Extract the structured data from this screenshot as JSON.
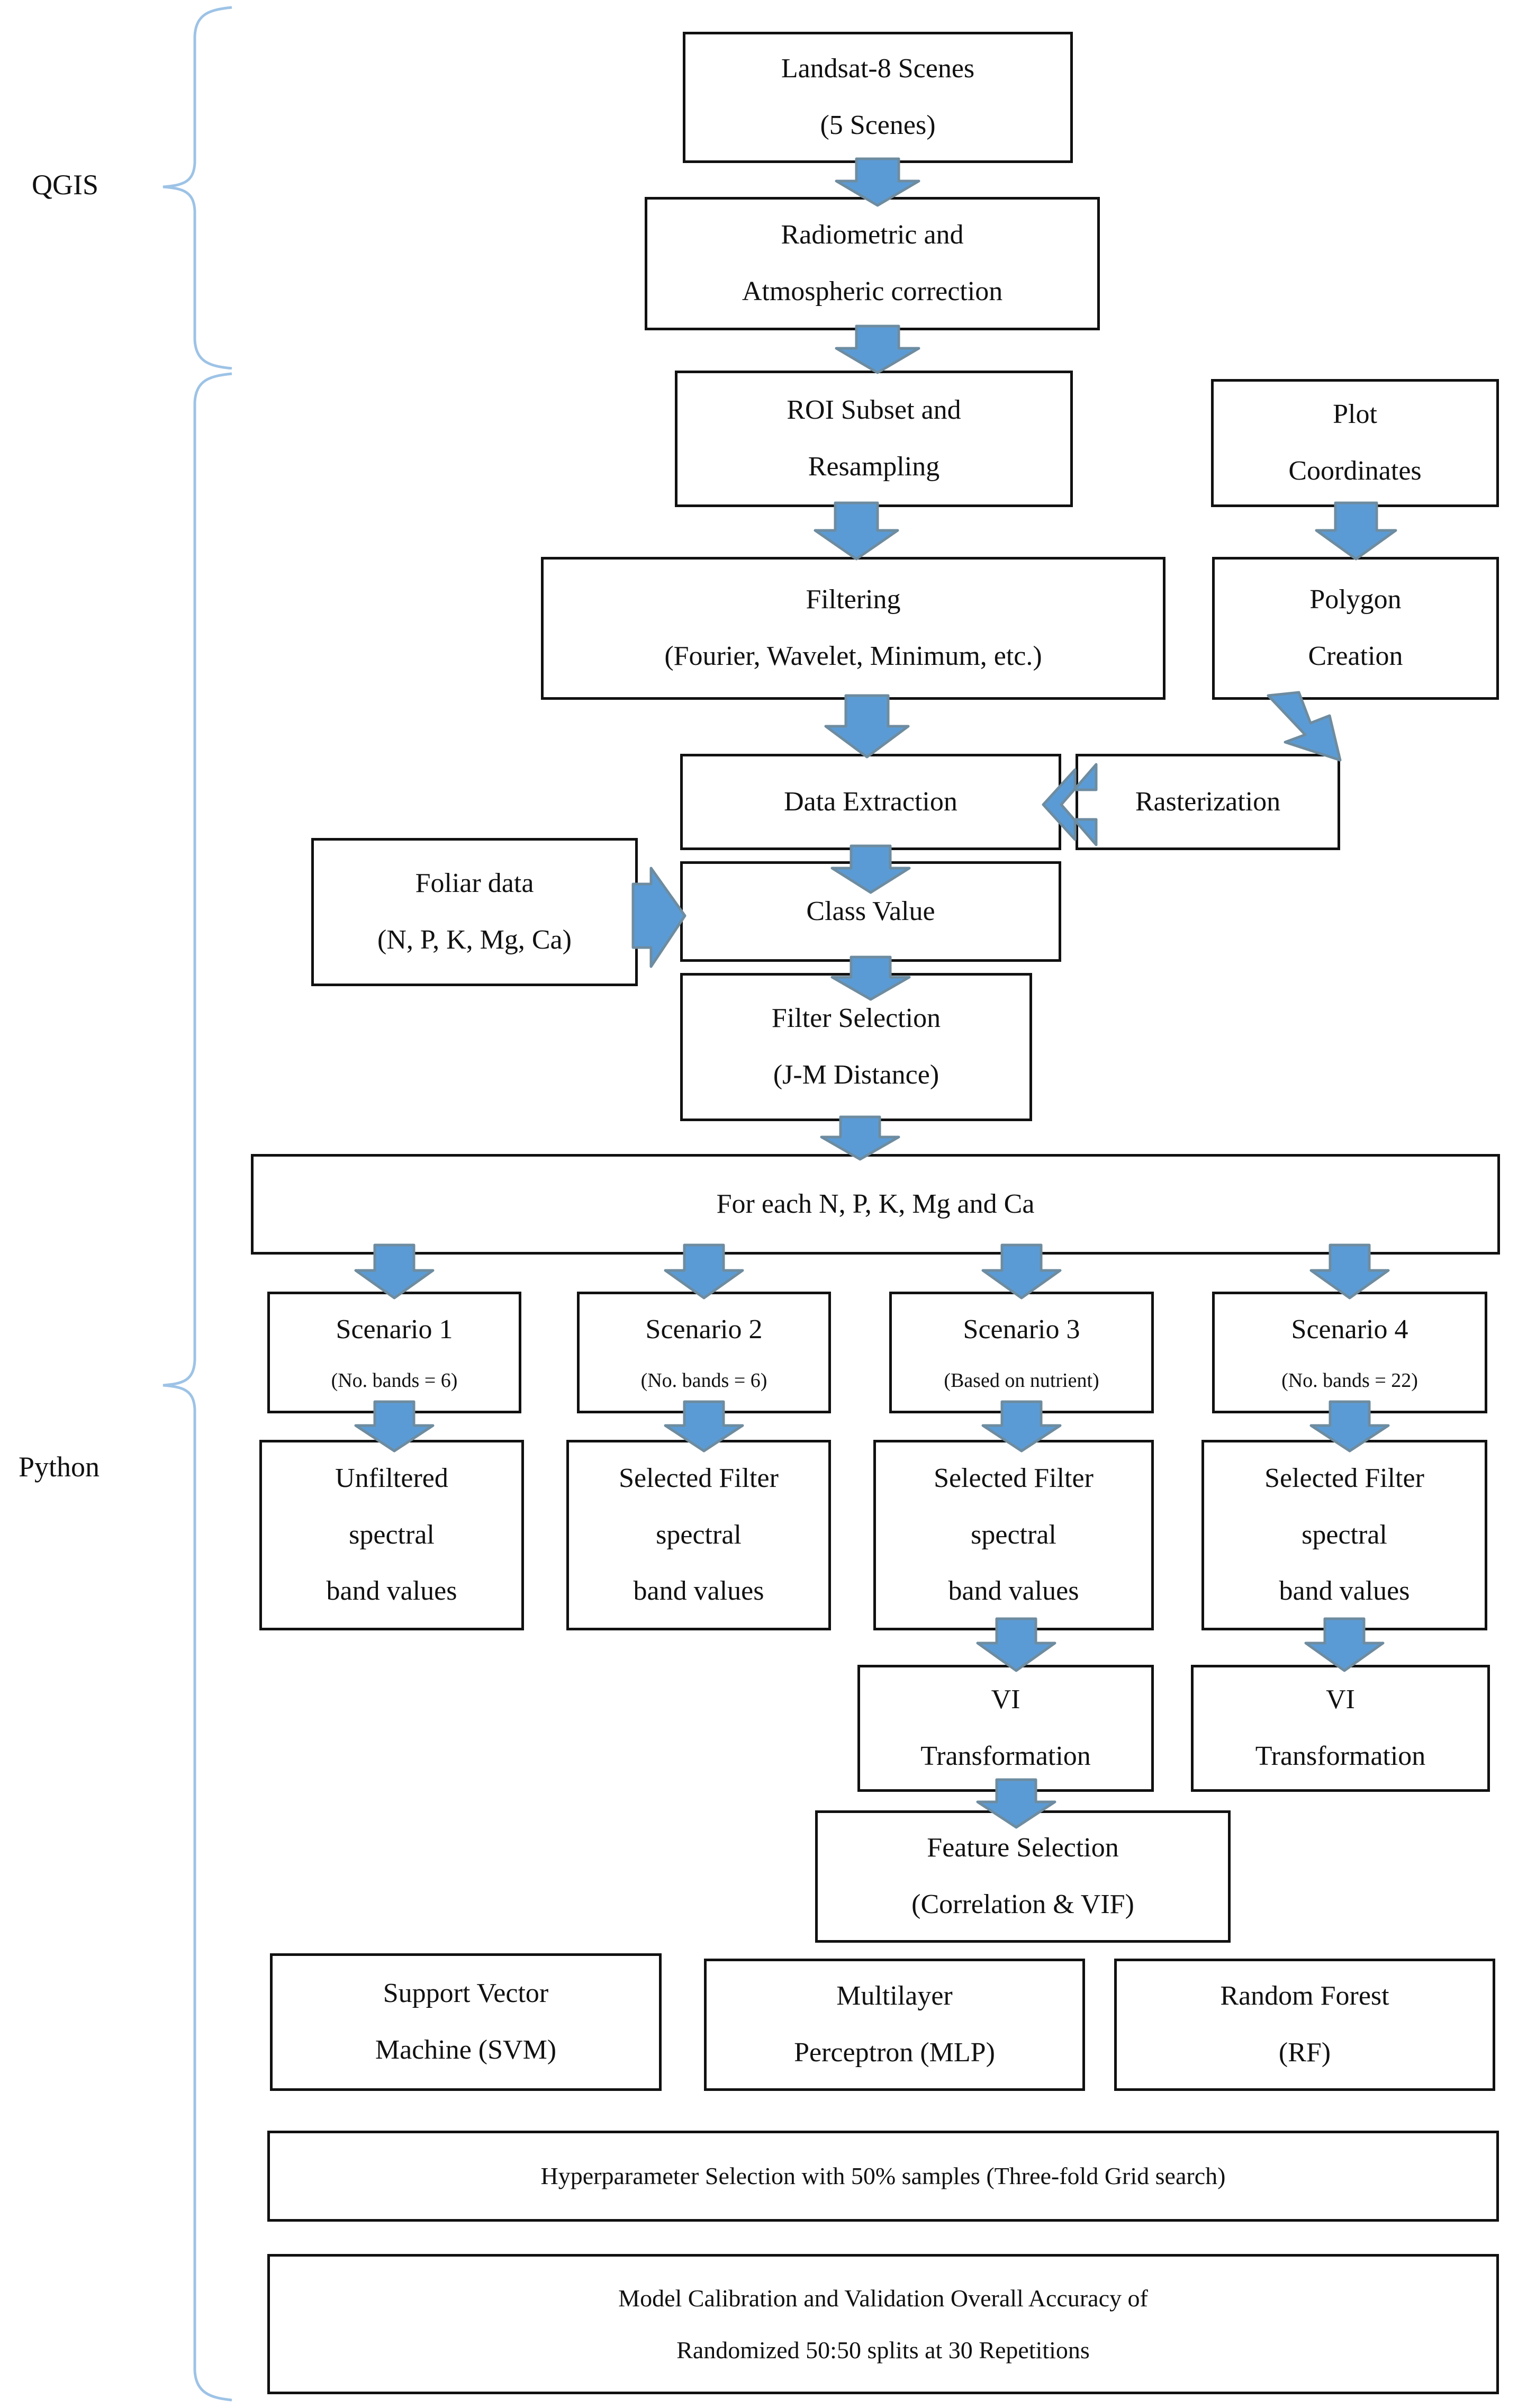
{
  "diagram": {
    "title": "Methodology flowchart for Landsat-8 based foliar nutrient classification",
    "colors": {
      "arrow_fill": "#5B9BD5",
      "arrow_stroke": "#6E8CA0",
      "box_border": "#111111",
      "brace_stroke": "#9DC3E6",
      "text": "#111111",
      "background": "#FFFFFF"
    },
    "group_labels": {
      "qgis": "QGIS",
      "python": "Python"
    },
    "nodes": {
      "landsat": {
        "line1": "Landsat-8 Scenes",
        "line2": "(5 Scenes)"
      },
      "radiometric": {
        "line1": "Radiometric and",
        "line2": "Atmospheric correction"
      },
      "roi": {
        "line1": "ROI Subset and",
        "line2": "Resampling"
      },
      "plot_coords": {
        "line1": "Plot",
        "line2": "Coordinates"
      },
      "filtering": {
        "line1": "Filtering",
        "line2": "(Fourier, Wavelet, Minimum, etc.)"
      },
      "polygon": {
        "line1": "Polygon",
        "line2": "Creation"
      },
      "data_extraction": {
        "line1": "Data Extraction"
      },
      "rasterization": {
        "line1": "Rasterization"
      },
      "foliar": {
        "line1": "Foliar data",
        "line2": "(N, P, K, Mg, Ca)"
      },
      "class_value": {
        "line1": "Class Value"
      },
      "filter_selection": {
        "line1": "Filter Selection",
        "line2": "(J-M Distance)"
      },
      "for_each": {
        "line1": "For each N, P, K, Mg and Ca"
      },
      "scenario1": {
        "line1": "Scenario 1",
        "line2": "(No. bands = 6)"
      },
      "scenario2": {
        "line1": "Scenario 2",
        "line2": "(No. bands = 6)"
      },
      "scenario3": {
        "line1": "Scenario 3",
        "line2": "(Based on nutrient)"
      },
      "scenario4": {
        "line1": "Scenario 4",
        "line2": "(No. bands = 22)"
      },
      "bands1": {
        "line1": "Unfiltered",
        "line2": "spectral",
        "line3": "band values"
      },
      "bands2": {
        "line1": "Selected Filter",
        "line2": "spectral",
        "line3": "band values"
      },
      "bands3": {
        "line1": "Selected Filter",
        "line2": "spectral",
        "line3": "band values"
      },
      "bands4": {
        "line1": "Selected Filter",
        "line2": "spectral",
        "line3": "band values"
      },
      "vi3": {
        "line1": "VI",
        "line2": "Transformation"
      },
      "vi4": {
        "line1": "VI",
        "line2": "Transformation"
      },
      "feature_selection": {
        "line1": "Feature Selection",
        "line2": "(Correlation & VIF)"
      },
      "svm": {
        "line1": "Support Vector",
        "line2": "Machine (SVM)"
      },
      "mlp": {
        "line1": "Multilayer",
        "line2": "Perceptron (MLP)"
      },
      "rf": {
        "line1": "Random Forest",
        "line2": "(RF)"
      },
      "hyperparameter": {
        "line1": "Hyperparameter Selection with 50% samples (Three-fold Grid search)"
      },
      "model_validation": {
        "line1": "Model Calibration and Validation Overall Accuracy of",
        "line2": "Randomized 50:50 splits at 30 Repetitions"
      }
    },
    "edges": [
      {
        "from": "landsat",
        "to": "radiometric",
        "direction": "down"
      },
      {
        "from": "radiometric",
        "to": "roi",
        "direction": "down"
      },
      {
        "from": "roi",
        "to": "filtering",
        "direction": "down"
      },
      {
        "from": "plot_coords",
        "to": "polygon",
        "direction": "down"
      },
      {
        "from": "filtering",
        "to": "data_extraction",
        "direction": "down"
      },
      {
        "from": "polygon",
        "to": "rasterization",
        "direction": "down-diagonal"
      },
      {
        "from": "rasterization",
        "to": "data_extraction",
        "direction": "left"
      },
      {
        "from": "data_extraction",
        "to": "class_value",
        "direction": "down"
      },
      {
        "from": "foliar",
        "to": "class_value",
        "direction": "right"
      },
      {
        "from": "class_value",
        "to": "filter_selection",
        "direction": "down"
      },
      {
        "from": "filter_selection",
        "to": "for_each",
        "direction": "down"
      },
      {
        "from": "for_each",
        "to": "scenario1",
        "direction": "down"
      },
      {
        "from": "for_each",
        "to": "scenario2",
        "direction": "down"
      },
      {
        "from": "for_each",
        "to": "scenario3",
        "direction": "down"
      },
      {
        "from": "for_each",
        "to": "scenario4",
        "direction": "down"
      },
      {
        "from": "scenario1",
        "to": "bands1",
        "direction": "down"
      },
      {
        "from": "scenario2",
        "to": "bands2",
        "direction": "down"
      },
      {
        "from": "scenario3",
        "to": "bands3",
        "direction": "down"
      },
      {
        "from": "scenario4",
        "to": "bands4",
        "direction": "down"
      },
      {
        "from": "bands3",
        "to": "vi3",
        "direction": "down"
      },
      {
        "from": "bands4",
        "to": "vi4",
        "direction": "down"
      },
      {
        "from": "vi3",
        "to": "feature_selection",
        "direction": "down"
      }
    ]
  }
}
